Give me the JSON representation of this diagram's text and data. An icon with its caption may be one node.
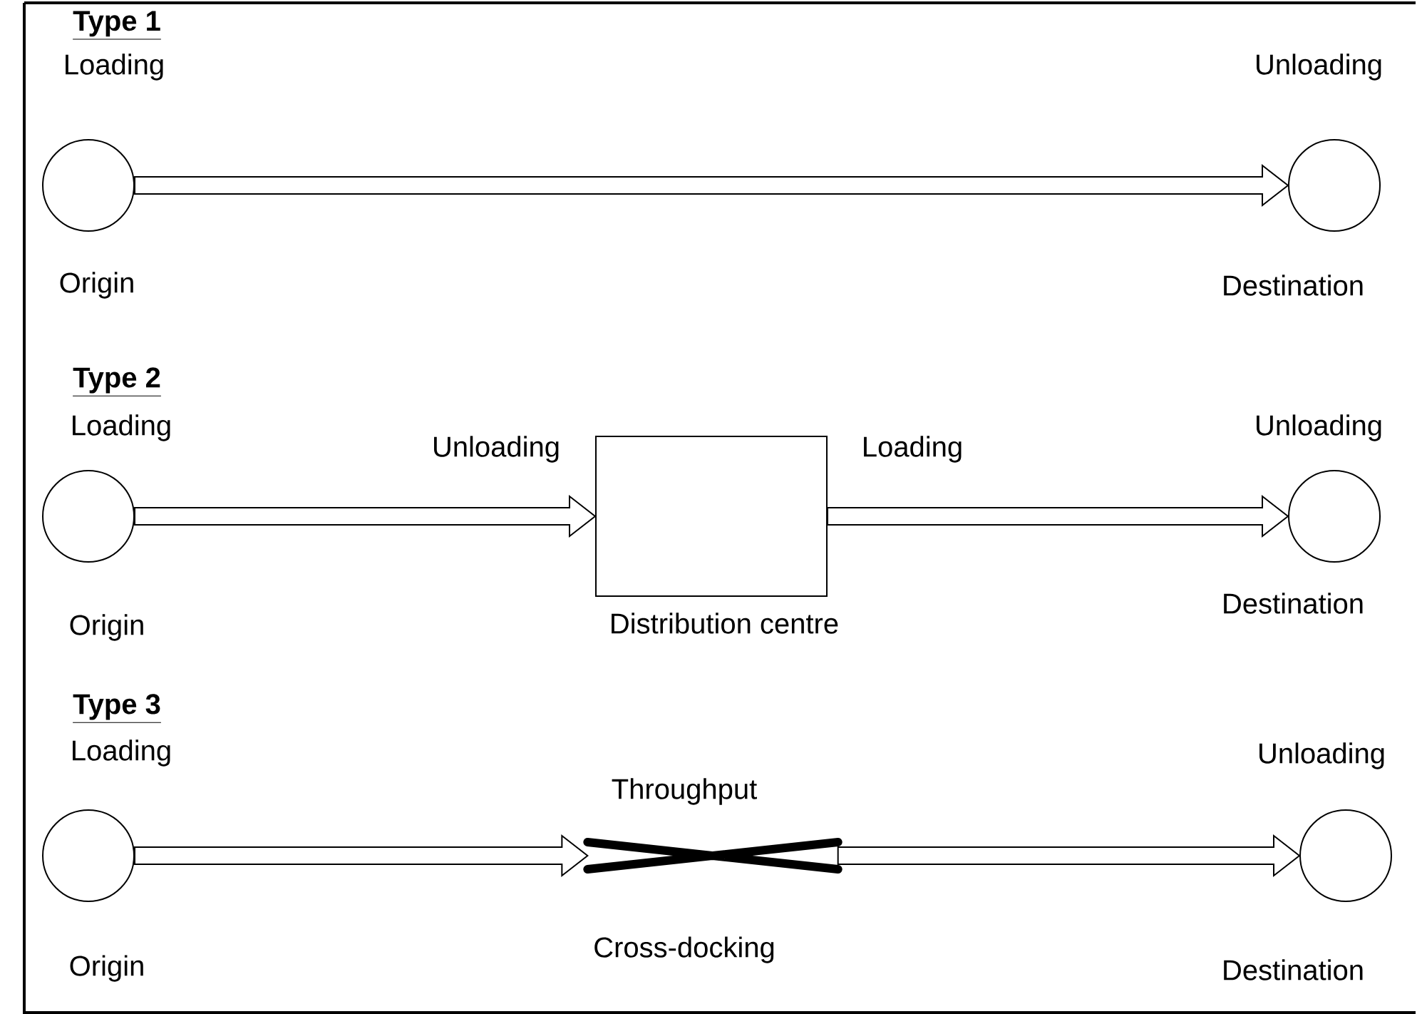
{
  "diagram": {
    "nodes": [
      {
        "text": [],
        "shape": "circle",
        "beside": [
          "Loading",
          "Origin"
        ]
      },
      {
        "text": [],
        "shape": "circle",
        "beside": [
          "Unloading",
          "Destination"
        ]
      },
      {
        "text": [],
        "shape": "circle",
        "beside": [
          "Loading",
          "Origin"
        ]
      },
      {
        "text": [],
        "shape": "box",
        "beside": [
          "Unloading",
          "Loading",
          "Distribution centre"
        ]
      },
      {
        "text": [],
        "shape": "circle",
        "beside": [
          "Unloading",
          "Destination"
        ]
      },
      {
        "text": [],
        "shape": "circle",
        "beside": [
          "Loading",
          "Origin"
        ]
      },
      {
        "text": [],
        "shape": "cross",
        "beside": [
          "Throughput",
          "Cross-docking"
        ]
      },
      {
        "text": [],
        "shape": "circle",
        "beside": [
          "Unloading",
          "Destination"
        ]
      }
    ],
    "edges": [
      {
        "from": 0,
        "to": 1,
        "arrow": "to"
      },
      {
        "from": 2,
        "to": 3,
        "arrow": "to"
      },
      {
        "from": 3,
        "to": 4,
        "arrow": "to"
      },
      {
        "from": 5,
        "to": 6,
        "arrow": "to"
      },
      {
        "from": 6,
        "to": 7,
        "arrow": "to"
      }
    ],
    "labels": [
      "Type 1",
      "Type 2",
      "Type 3"
    ]
  }
}
